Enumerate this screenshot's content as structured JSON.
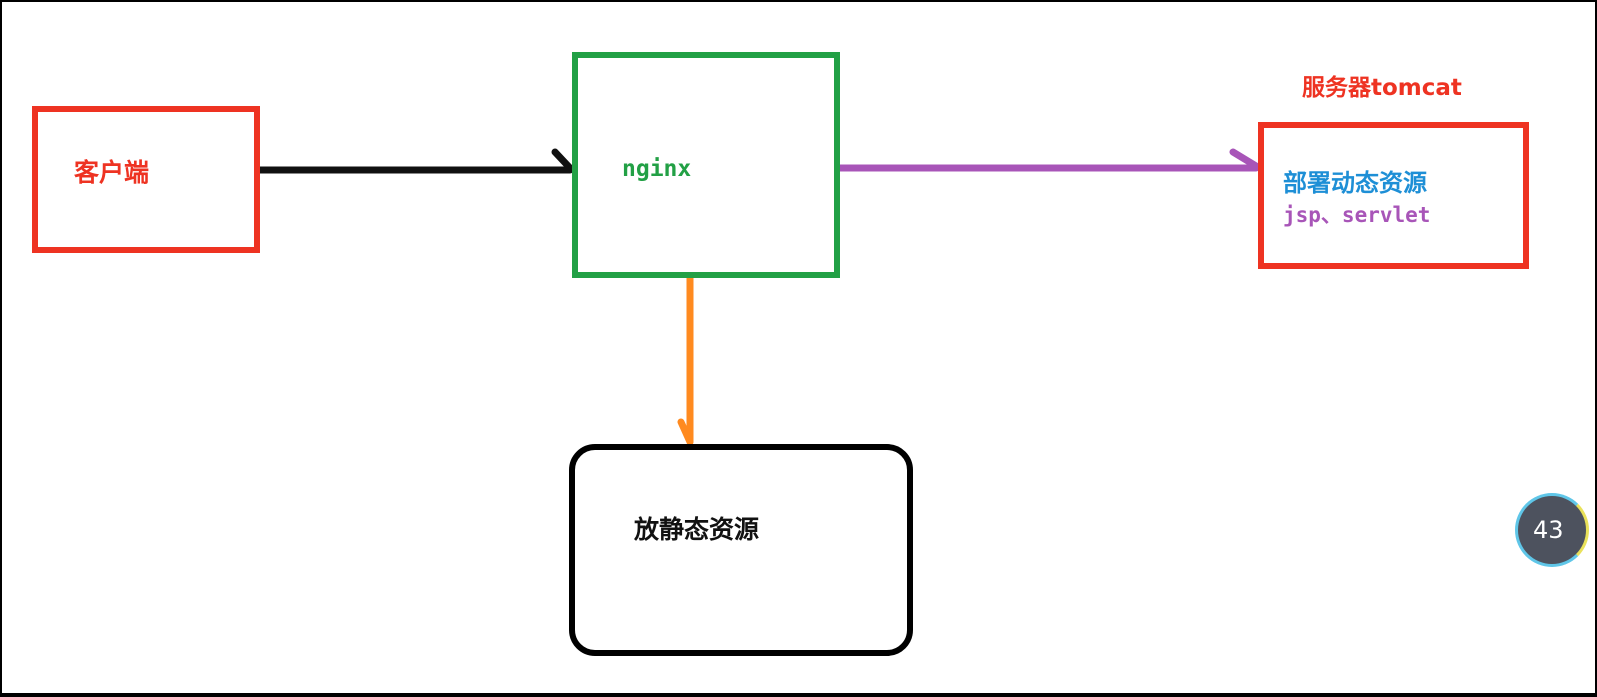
{
  "nodes": {
    "client": {
      "label": "客户端"
    },
    "nginx": {
      "label": "nginx"
    },
    "tomcat": {
      "title": "服务器tomcat",
      "line1": "部署动态资源",
      "line2": "jsp、servlet"
    },
    "static": {
      "label": "放静态资源"
    }
  },
  "edges": [
    {
      "from": "client",
      "to": "nginx",
      "color": "#111111"
    },
    {
      "from": "nginx",
      "to": "tomcat",
      "color": "#a855b8"
    },
    {
      "from": "nginx",
      "to": "static",
      "color": "#ff8a1f"
    }
  ],
  "colors": {
    "red": "#ee3322",
    "green": "#22a045",
    "blue": "#1e8fd6",
    "purple": "#a855b8",
    "orange": "#ff8a1f",
    "black": "#111111"
  },
  "overlay": {
    "timer_text": "43"
  }
}
